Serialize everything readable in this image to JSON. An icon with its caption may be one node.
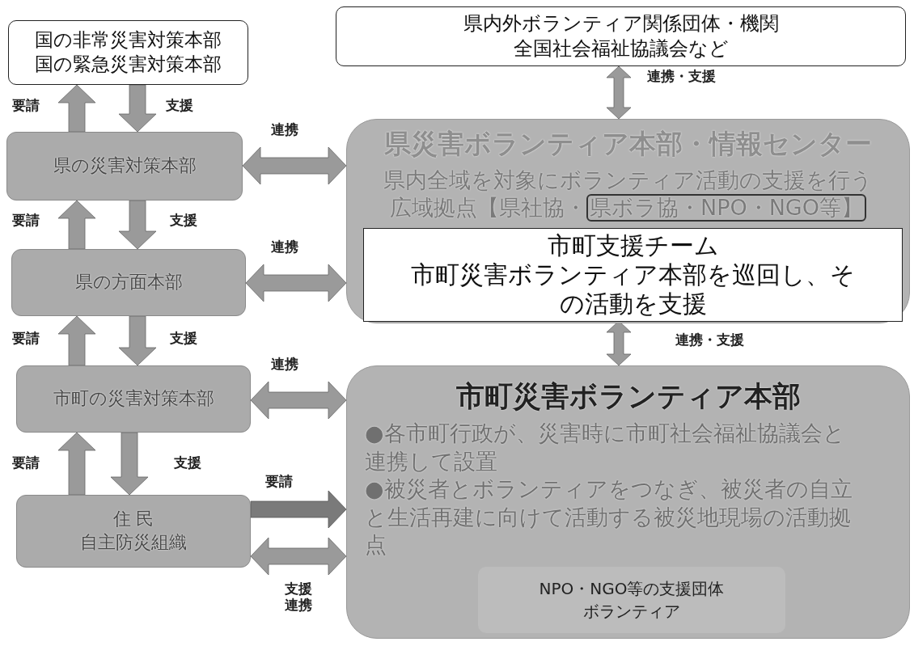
{
  "diagram": {
    "nodes": [
      {
        "text": [
          "国の非常災害対策本部",
          "国の緊急災害対策本部"
        ]
      },
      {
        "text": [
          "県の災害対策本部"
        ]
      },
      {
        "text": [
          "県の方面本部"
        ]
      },
      {
        "text": [
          "市町の災害対策本部"
        ]
      },
      {
        "text": [
          "住 民",
          "自主防災組織"
        ]
      },
      {
        "text": [
          "県内外ボランティア関係団体・機関",
          "全国社会福祉協議会など"
        ]
      },
      {
        "text": [
          "県災害ボランティア本部・情報センター",
          "県内全域を対象にボランティア活動の支援を行う",
          "広域拠点【県社協・"
        ]
      },
      {
        "text": [
          "県ボラ協・NPO・NGO等】"
        ],
        "in": 6
      },
      {
        "text": [
          "市町支援チーム",
          "市町災害ボランティア本部を巡回し、その活動を支援"
        ],
        "in": 6
      },
      {
        "text": [
          "市町災害ボランティア本部",
          "●各市町行政が、災害時に市町社会福祉協議会と連携して設置",
          "●被災者とボランティアをつなぎ、被災者の自立と生活再建に向けて活動する被災地現場の活動拠点"
        ]
      },
      {
        "text": [
          "NPO・NGO等の支援団体",
          "ボランティア"
        ],
        "in": 9
      }
    ],
    "edges": [
      {
        "from": 1,
        "to": 0,
        "arrow": "to",
        "label": "要請"
      },
      {
        "from": 0,
        "to": 1,
        "arrow": "to",
        "label": "支援"
      },
      {
        "from": 2,
        "to": 1,
        "arrow": "to",
        "label": "要請"
      },
      {
        "from": 1,
        "to": 2,
        "arrow": "to",
        "label": "支援"
      },
      {
        "from": 3,
        "to": 2,
        "arrow": "to",
        "label": "要請"
      },
      {
        "from": 2,
        "to": 3,
        "arrow": "to",
        "label": "支援"
      },
      {
        "from": 4,
        "to": 3,
        "arrow": "to",
        "label": "要請"
      },
      {
        "from": 3,
        "to": 4,
        "arrow": "to",
        "label": "支援"
      },
      {
        "from": 1,
        "to": 6,
        "arrow": "both",
        "label": "連携"
      },
      {
        "from": 2,
        "to": 6,
        "arrow": "both",
        "label": "連携"
      },
      {
        "from": 3,
        "to": 9,
        "arrow": "both",
        "label": "連携"
      },
      {
        "from": 4,
        "to": 9,
        "arrow": "to",
        "label": "要請",
        "color": "#7a7a7a"
      },
      {
        "from": 4,
        "to": 9,
        "arrow": "both",
        "label": "支援連携"
      },
      {
        "from": 5,
        "to": 6,
        "arrow": "both",
        "label": "連携・支援"
      },
      {
        "from": 8,
        "to": 9,
        "arrow": "both",
        "label": "連携・支援"
      }
    ]
  }
}
